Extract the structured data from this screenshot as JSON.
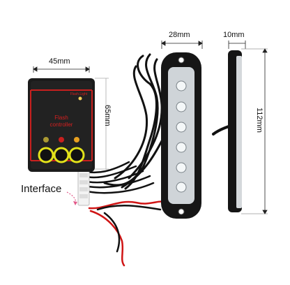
{
  "dimensions": {
    "controller_width": "45mm",
    "controller_height": "65mm",
    "light_width": "28mm",
    "light_depth": "10mm",
    "light_height": "112mm"
  },
  "labels": {
    "interface": "Interface",
    "controller_title_line1": "Flash",
    "controller_title_line2": "controller",
    "controller_small": "Flash.Light"
  },
  "colors": {
    "controller_body": "#1b1b1b",
    "controller_accent": "#c8201e",
    "button_ring": "#e2e21a",
    "wire_red": "#d01515",
    "wire_black": "#111111"
  }
}
